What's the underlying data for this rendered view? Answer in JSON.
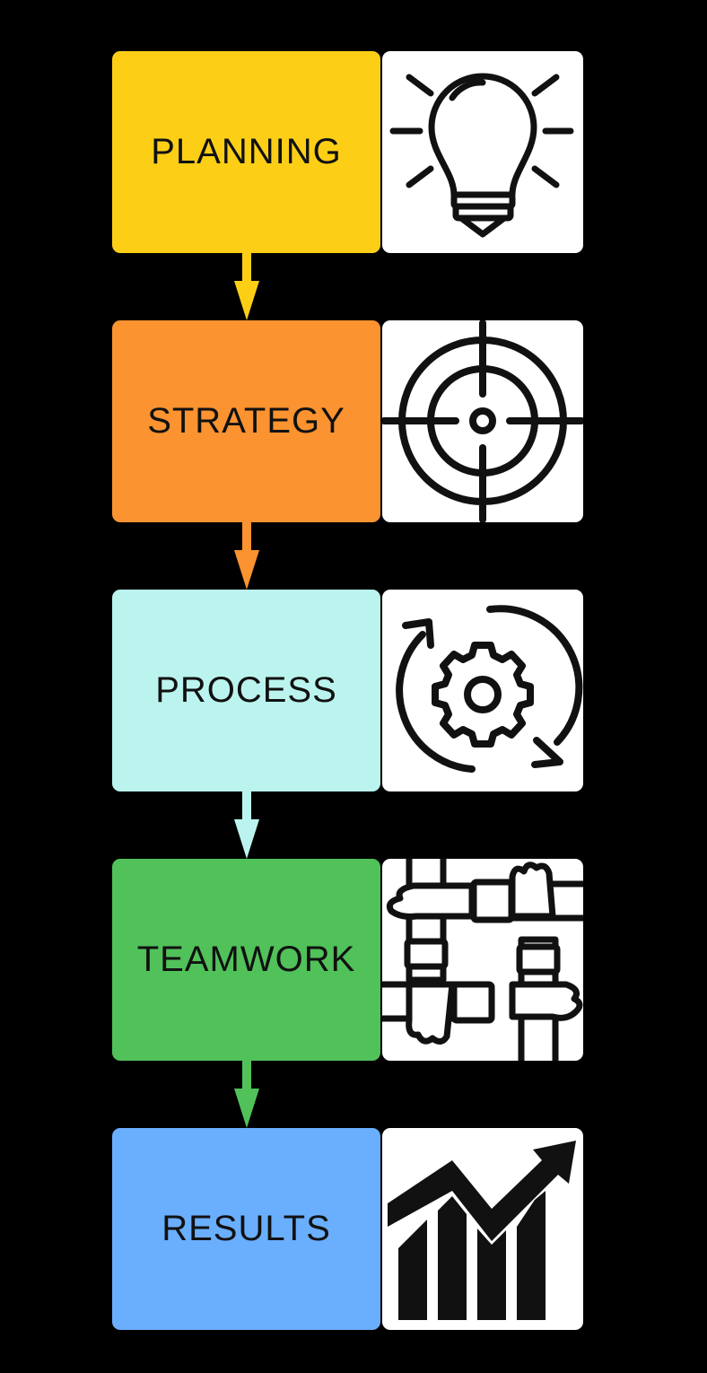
{
  "steps": [
    {
      "label": "PLANNING",
      "color": "#fccf16",
      "icon": "lightbulb-icon"
    },
    {
      "label": "STRATEGY",
      "color": "#fb9330",
      "icon": "target-crosshair-icon"
    },
    {
      "label": "PROCESS",
      "color": "#bbf4ee",
      "icon": "gear-cycle-icon"
    },
    {
      "label": "TEAMWORK",
      "color": "#51c15a",
      "icon": "joined-hands-icon"
    },
    {
      "label": "RESULTS",
      "color": "#6aaefe",
      "icon": "growth-chart-icon"
    }
  ]
}
